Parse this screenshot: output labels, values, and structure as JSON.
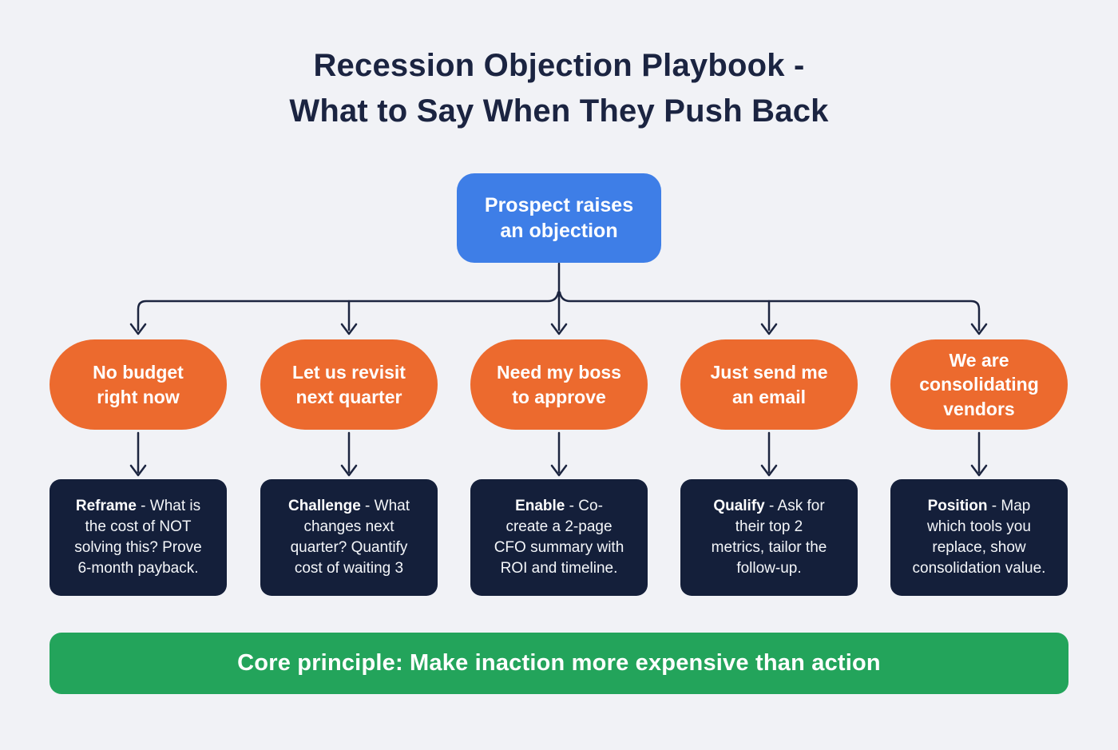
{
  "title": "Recession Objection Playbook -\nWhat to Say When They Push Back",
  "root": {
    "label": "Prospect raises\nan objection"
  },
  "branches": [
    {
      "objection": "No budget\nright now",
      "tactic": "Reframe",
      "response": " - What is\nthe cost of NOT\nsolving this? Prove\n6-month payback."
    },
    {
      "objection": "Let us revisit\nnext quarter",
      "tactic": "Challenge",
      "response": " - What\nchanges next\nquarter? Quantify\ncost of waiting 3"
    },
    {
      "objection": "Need my boss\nto approve",
      "tactic": "Enable",
      "response": " - Co-\ncreate a 2-page\nCFO summary with\nROI and timeline."
    },
    {
      "objection": "Just send me\nan email",
      "tactic": "Qualify",
      "response": " - Ask for\ntheir top 2\nmetrics, tailor the\nfollow-up."
    },
    {
      "objection": "We are\nconsolidating\nvendors",
      "tactic": "Position",
      "response": " - Map\nwhich tools you\nreplace, show\nconsolidation value."
    }
  ],
  "footer": {
    "label": "Core principle: Make inaction more expensive than action"
  },
  "colors": {
    "background": "#F1F2F6",
    "title_text": "#1B2441",
    "root_node": "#3E7EE7",
    "objection_node": "#EC6A2E",
    "response_node": "#141F3A",
    "banner": "#23A45B",
    "connector": "#1C2540",
    "node_text": "#FFFFFF"
  }
}
